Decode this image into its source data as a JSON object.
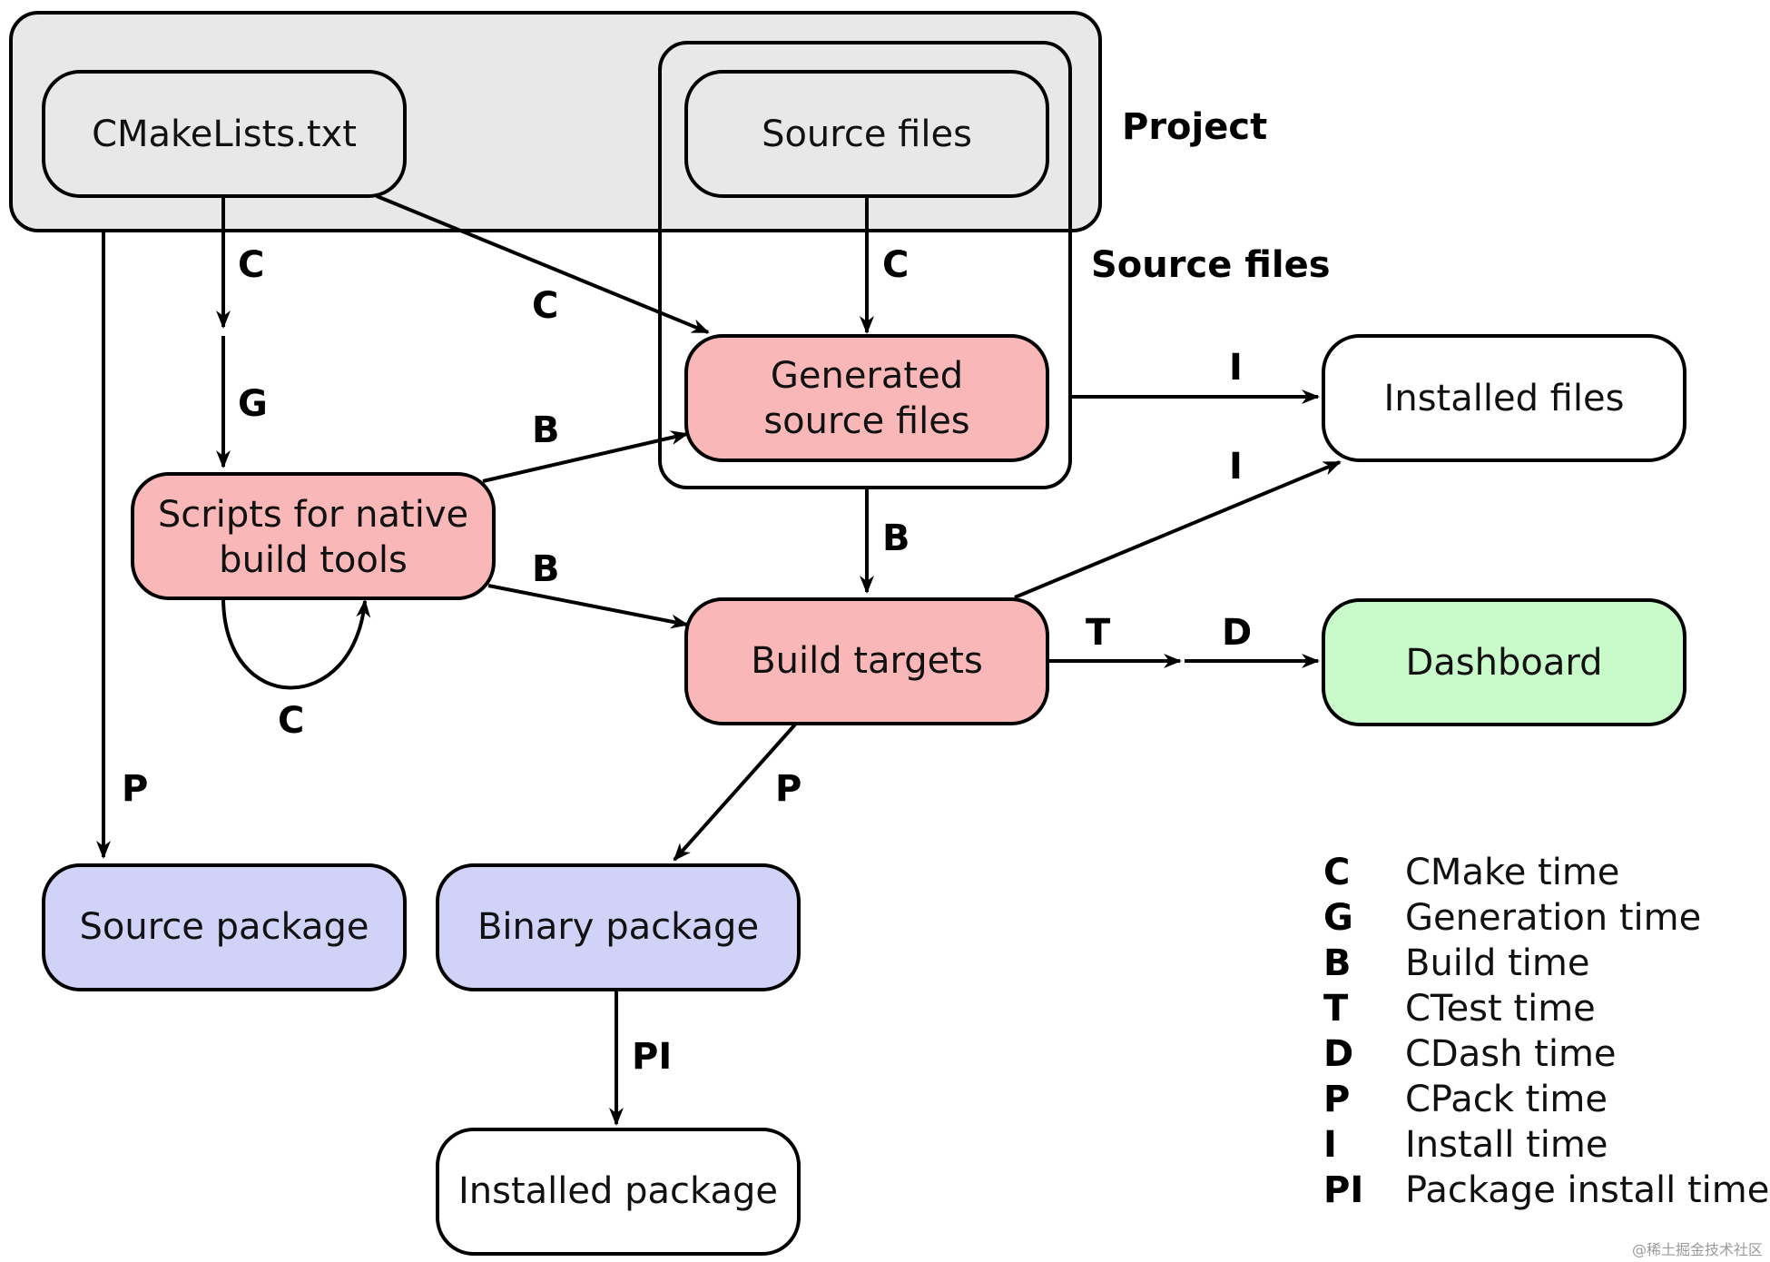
{
  "groups": {
    "project": {
      "label": "Project",
      "fill": "#e8e8e8"
    },
    "source_files": {
      "label": "Source files"
    }
  },
  "nodes": {
    "cmakelists": {
      "label": "CMakeLists.txt",
      "fill": "#e8e8e8"
    },
    "source_files": {
      "label": "Source files",
      "fill": "#e8e8e8"
    },
    "generated_source_files": {
      "label_line1": "Generated",
      "label_line2": "source files",
      "fill": "#f9b7b7"
    },
    "native_scripts": {
      "label_line1": "Scripts for native",
      "label_line2": "build tools",
      "fill": "#f9b7b7"
    },
    "build_targets": {
      "label": "Build targets",
      "fill": "#f9b7b7"
    },
    "installed_files": {
      "label": "Installed files",
      "fill": "#ffffff"
    },
    "dashboard": {
      "label": "Dashboard",
      "fill": "#c9fac9"
    },
    "source_package": {
      "label": "Source package",
      "fill": "#d0d2f8"
    },
    "binary_package": {
      "label": "Binary package",
      "fill": "#d0d2f8"
    },
    "installed_package": {
      "label": "Installed package",
      "fill": "#ffffff"
    }
  },
  "edges": {
    "cmakelists_to_intermediate": "C",
    "intermediate_to_scripts": "G",
    "cmakelists_to_generated": "C",
    "sources_to_generated": "C",
    "scripts_to_generated": "B",
    "scripts_to_build_targets": "B",
    "scripts_self_loop": "C",
    "generated_to_build_targets": "B",
    "generated_to_installed": "I",
    "build_targets_to_installed": "I",
    "build_targets_to_ctest": "T",
    "ctest_to_dashboard": "D",
    "cmakelists_to_source_package": "P",
    "build_targets_to_binary_package": "P",
    "binary_to_installed_package": "PI"
  },
  "legend": [
    {
      "code": "C",
      "desc": "CMake time"
    },
    {
      "code": "G",
      "desc": "Generation time"
    },
    {
      "code": "B",
      "desc": "Build time"
    },
    {
      "code": "T",
      "desc": "CTest time"
    },
    {
      "code": "D",
      "desc": "CDash time"
    },
    {
      "code": "P",
      "desc": "CPack time"
    },
    {
      "code": "I",
      "desc": "Install time"
    },
    {
      "code": "PI",
      "desc": "Package install time"
    }
  ],
  "watermark": "@稀土掘金技术社区"
}
